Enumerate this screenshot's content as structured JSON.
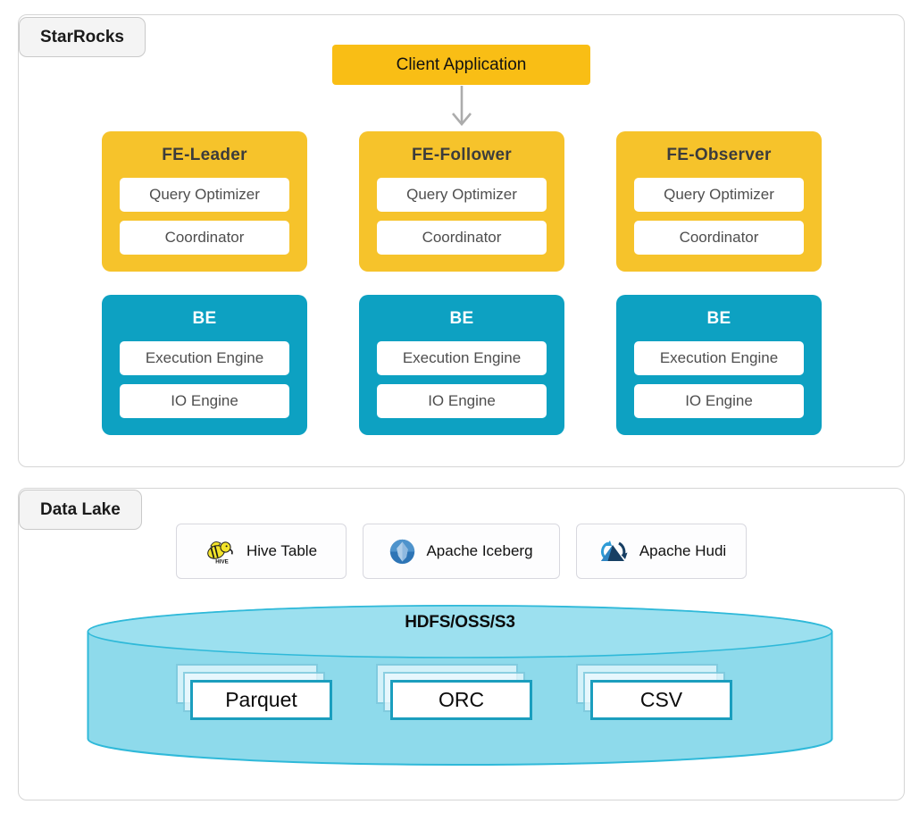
{
  "sections": {
    "starrocks": {
      "label": "StarRocks",
      "client": {
        "label": "Client Application"
      },
      "fe_nodes": [
        {
          "title": "FE-Leader",
          "components": [
            "Query Optimizer",
            "Coordinator"
          ]
        },
        {
          "title": "FE-Follower",
          "components": [
            "Query Optimizer",
            "Coordinator"
          ]
        },
        {
          "title": "FE-Observer",
          "components": [
            "Query Optimizer",
            "Coordinator"
          ]
        }
      ],
      "be_nodes": [
        {
          "title": "BE",
          "components": [
            "Execution Engine",
            "IO Engine"
          ]
        },
        {
          "title": "BE",
          "components": [
            "Execution Engine",
            "IO Engine"
          ]
        },
        {
          "title": "BE",
          "components": [
            "Execution Engine",
            "IO Engine"
          ]
        }
      ]
    },
    "datalake": {
      "label": "Data Lake",
      "tables": [
        {
          "label": "Hive Table",
          "icon": "hive-icon"
        },
        {
          "label": "Apache Iceberg",
          "icon": "iceberg-icon"
        },
        {
          "label": "Apache Hudi",
          "icon": "hudi-icon"
        }
      ],
      "storage": {
        "label": "HDFS/OSS/S3",
        "formats": [
          "Parquet",
          "ORC",
          "CSV"
        ]
      }
    }
  },
  "icons": {
    "arrow": "down-arrow",
    "hive_text": "HIVE"
  },
  "colors": {
    "client_yellow": "#f9be15",
    "fe_yellow": "#f6c32b",
    "be_teal": "#0da1c2",
    "cylinder_fill": "#8edaeb",
    "cylinder_top_fill": "#9ce0ef",
    "cylinder_stroke": "#2fb9d9",
    "file_card_border": "#1b9ebe",
    "arrow_gray": "#acacac",
    "panel_border": "#d5d5d5",
    "tag_bg": "#f4f4f4"
  }
}
